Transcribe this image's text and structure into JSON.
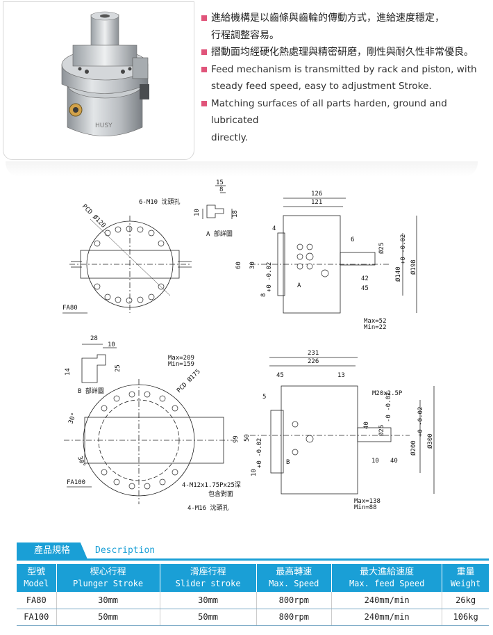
{
  "features": [
    {
      "text": "進給機構是以齒條與齒輪的傳動方式，進給速度穩定，",
      "bullet": true,
      "lang": "zh"
    },
    {
      "text": "行程調整容易。",
      "bullet": false,
      "lang": "zh"
    },
    {
      "text": "摺動面均經硬化熱處理與精密研磨，剛性與耐久性非常優良。",
      "bullet": true,
      "lang": "zh"
    },
    {
      "text": "Feed mechanism is transmitted by rack and piston, with",
      "bullet": true,
      "lang": "en"
    },
    {
      "text": "steady feed speed, easy to adjustment Stroke.",
      "bullet": false,
      "lang": "en"
    },
    {
      "text": "Matching surfaces of all parts harden, ground and lubricated",
      "bullet": true,
      "lang": "en"
    },
    {
      "text": "directly.",
      "bullet": false,
      "lang": "en"
    }
  ],
  "photo": {
    "brand_mark": "HUSY"
  },
  "drawings": {
    "fa80_front": {
      "label": "FA80",
      "pcd": "PCD Ø120",
      "holes": "6-M10 沈頭孔"
    },
    "fa80_detail": {
      "label": "A 部詳圖",
      "d1": "15",
      "d2": "8",
      "d3": "10",
      "d4": "18"
    },
    "fa80_side": {
      "overall": "126",
      "inner": "121",
      "d4": "4",
      "d6": "6",
      "d25": "Ø25",
      "d140": "Ø140",
      "tol140": "+0 -0.02",
      "d198": "Ø198",
      "d42": "42",
      "d45": "45",
      "d60": "60",
      "d30": "30",
      "d8": "8",
      "tol8": "+0 -0.02",
      "marker": "A",
      "max": "Max=52",
      "min": "Min=22"
    },
    "fa100_detail": {
      "label": "B 部詳圖",
      "d28": "28",
      "d10": "10",
      "d14": "14",
      "d25": "25"
    },
    "fa100_front": {
      "label": "FA100",
      "stroke_max": "Max=209",
      "stroke_min": "Min=159",
      "pcd": "PCD Ø175",
      "angle1": "30°",
      "angle2": "30°",
      "holes_m12": "4-M12x1.75Px25深",
      "holes_m12_note": "包含對面",
      "holes_m16": "4-M16 沈頭孔"
    },
    "fa100_side": {
      "overall": "231",
      "inner": "226",
      "d45": "45",
      "d13": "13",
      "d5": "5",
      "thread": "M20x2.5P",
      "d40": "40",
      "d25": "Ø25",
      "tol25": "-0 -0.02",
      "d200": "Ø200",
      "tol200": "+0 -0.02",
      "d300": "Ø300",
      "d10b": "10",
      "d40b": "40",
      "d50": "50",
      "d99": "99",
      "d10": "10",
      "tol10": "+0 -0.02",
      "marker": "B",
      "max": "Max=138",
      "min": "Min=88"
    }
  },
  "spec": {
    "tab_zh": "產品規格",
    "tab_en": "Description",
    "headers": [
      {
        "zh": "型號",
        "en": "Model"
      },
      {
        "zh": "楔心行程",
        "en": "Plunger Stroke"
      },
      {
        "zh": "滑座行程",
        "en": "Slider stroke"
      },
      {
        "zh": "最高轉速",
        "en": "Max. Speed"
      },
      {
        "zh": "最大進給速度",
        "en": "Max. feed Speed"
      },
      {
        "zh": "重量",
        "en": "Weight"
      }
    ],
    "rows": [
      [
        "FA80",
        "30mm",
        "30mm",
        "800rpm",
        "240mm/min",
        "26kg"
      ],
      [
        "FA100",
        "50mm",
        "50mm",
        "800rpm",
        "240mm/min",
        "106kg"
      ]
    ]
  },
  "colors": {
    "accent": "#1a9fd6",
    "bullet": "#e0547a"
  }
}
